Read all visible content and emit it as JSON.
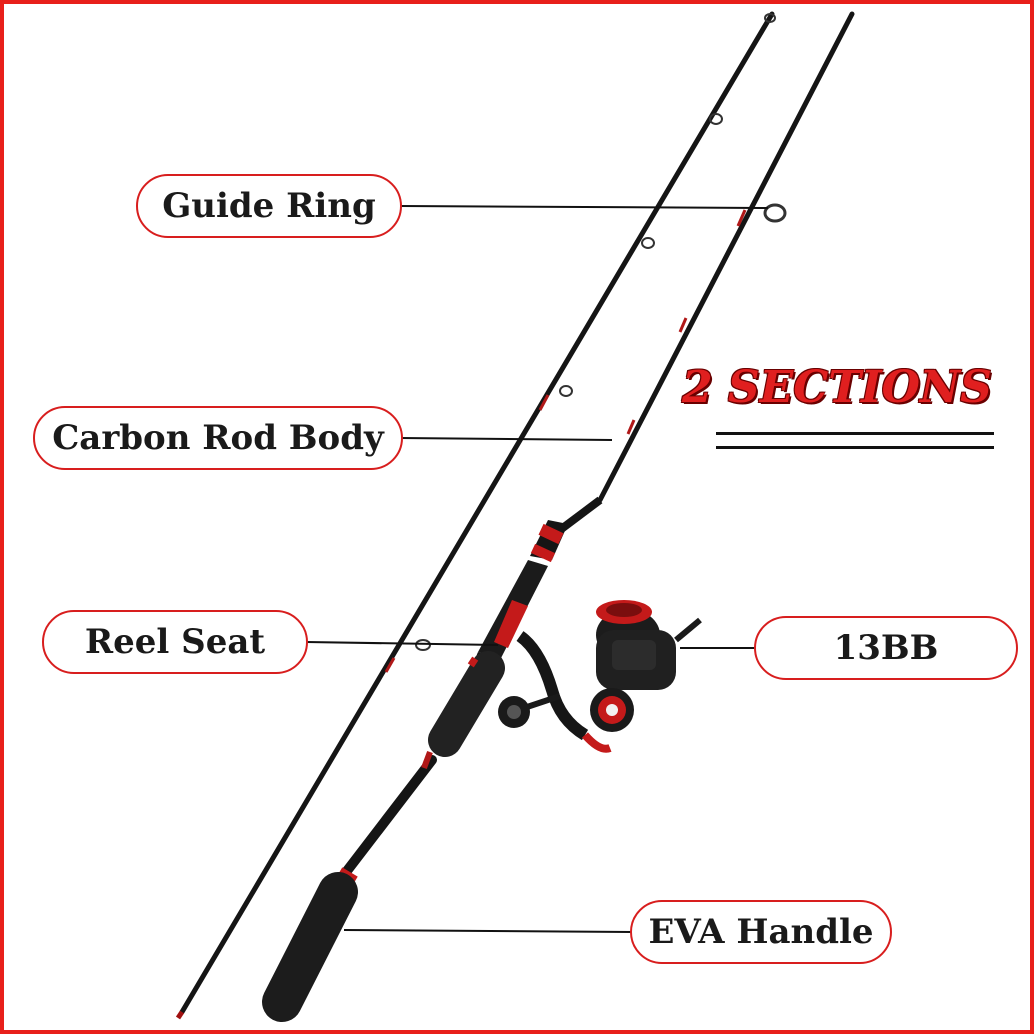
{
  "labels": {
    "guide_ring": "Guide Ring",
    "carbon_rod_body": "Carbon Rod Body",
    "reel_seat": "Reel Seat",
    "bearings": "13BB",
    "eva_handle": "EVA Handle"
  },
  "headline": "2 SECTIONS",
  "colors": {
    "accent": "#d81e1e",
    "rod": "#151515",
    "frame": "#e8201a"
  }
}
